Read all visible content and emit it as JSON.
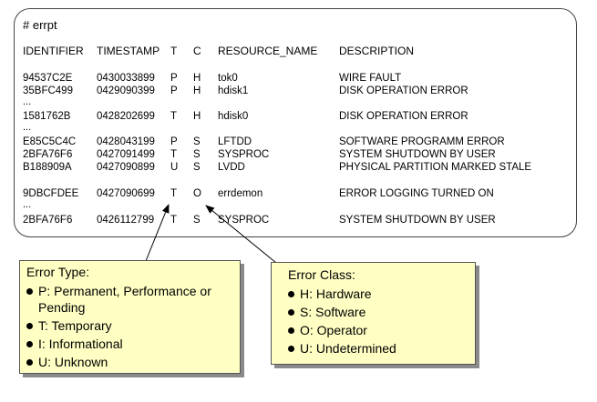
{
  "terminal": {
    "prompt": "# errpt",
    "columns": {
      "identifier": "IDENTIFIER",
      "timestamp": "TIMESTAMP",
      "type": "T",
      "class": "C",
      "resource": "RESOURCE_NAME",
      "description": "DESCRIPTION"
    },
    "ellipsis": "...",
    "rows": [
      {
        "id": "94537C2E",
        "ts": "0430033899",
        "t": "P",
        "c": "H",
        "res": "tok0",
        "desc": "WIRE FAULT"
      },
      {
        "id": "35BFC499",
        "ts": "0429090399",
        "t": "P",
        "c": "H",
        "res": "hdisk1",
        "desc": "DISK OPERATION ERROR"
      },
      {
        "id": "1581762B",
        "ts": "0428202699",
        "t": "T",
        "c": "H",
        "res": "hdisk0",
        "desc": "DISK OPERATION ERROR"
      },
      {
        "id": "E85C5C4C",
        "ts": "0428043199",
        "t": "P",
        "c": "S",
        "res": "LFTDD",
        "desc": "SOFTWARE PROGRAMM ERROR"
      },
      {
        "id": "2BFA76F6",
        "ts": "0427091499",
        "t": "T",
        "c": "S",
        "res": "SYSPROC",
        "desc": "SYSTEM SHUTDOWN BY USER"
      },
      {
        "id": "B188909A",
        "ts": "0427090899",
        "t": "U",
        "c": "S",
        "res": "LVDD",
        "desc": "PHYSICAL PARTITION MARKED STALE"
      },
      {
        "id": "9DBCFDEE",
        "ts": "0427090699",
        "t": "T",
        "c": "O",
        "res": "errdemon",
        "desc": "ERROR LOGGING TURNED ON"
      },
      {
        "id": "2BFA76F6",
        "ts": "0426112799",
        "t": "T",
        "c": "S",
        "res": "SYSPROC",
        "desc": "SYSTEM SHUTDOWN BY USER"
      }
    ]
  },
  "error_type": {
    "title": "Error Type:",
    "items": [
      "P: Permanent, Performance or Pending",
      "T: Temporary",
      "I: Informational",
      "U: Unknown"
    ]
  },
  "error_class": {
    "title": "Error Class:",
    "items": [
      "H: Hardware",
      "S: Software",
      "O: Operator",
      "U: Undetermined"
    ]
  },
  "colors": {
    "callout_fill": "#ffffc4",
    "callout_shadow": "#8a8a8a",
    "border": "#444444"
  }
}
